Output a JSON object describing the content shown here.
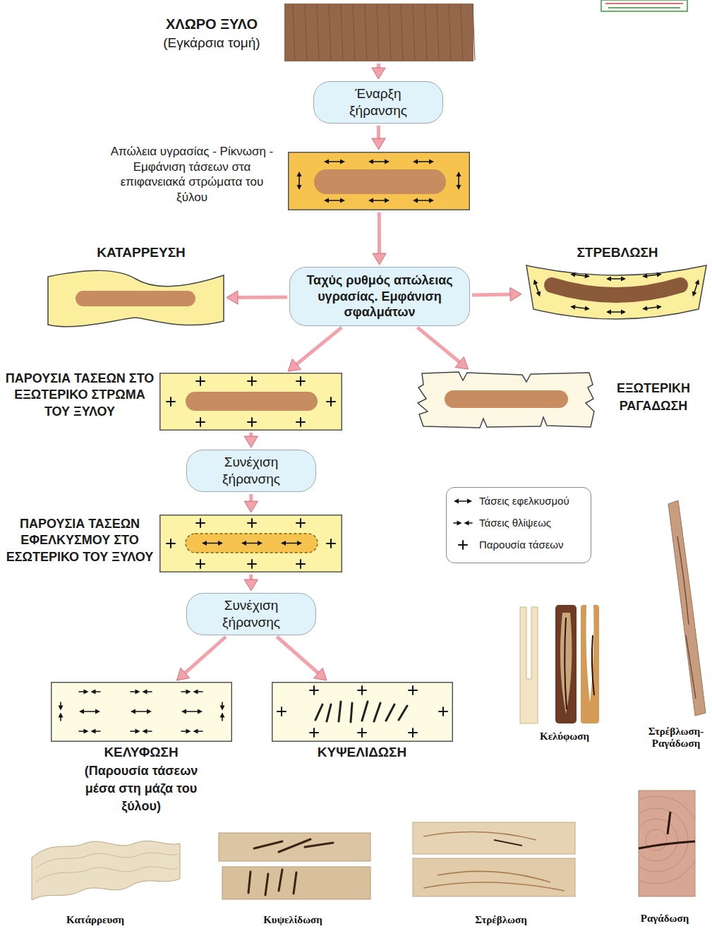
{
  "diagram": {
    "nodes": [
      {
        "text": [
          "ΧΛΩΡΟ ΞΥΛΟ",
          "(Εγκάρσια τομή)"
        ]
      },
      {
        "text": [
          "Έναρξη ξήρανσης"
        ]
      },
      {
        "text": [
          "Απώλεια υγρασίας - Ρίκνωση - Εμφάνιση τάσεων στα επιφανειακά στρώματα του ξύλου"
        ]
      },
      {
        "text": [
          "Ταχύς ρυθμός απώλειας υγρασίας. Εμφάνιση σφαλμάτων"
        ]
      },
      {
        "text": [
          "ΚΑΤΑΡΡΕΥΣΗ"
        ]
      },
      {
        "text": [
          "ΣΤΡΕΒΛΩΣΗ"
        ]
      },
      {
        "text": [
          "ΠΑΡΟΥΣΙΑ ΤΑΣΕΩΝ ΣΤΟ ΕΞΩΤΕΡΙΚΟ ΣΤΡΩΜΑ ΤΟΥ ΞΥΛΟΥ"
        ]
      },
      {
        "text": [
          "ΕΞΩΤΕΡΙΚΗ ΡΑΓΑΔΩΣΗ"
        ]
      },
      {
        "text": [
          "Συνέχιση ξήρανσης"
        ]
      },
      {
        "text": [
          "ΠΑΡΟΥΣΙΑ ΤΑΣΕΩΝ ΕΦΕΛΚΥΣΜΟΥ ΣΤΟ ΕΣΩΤΕΡΙΚΟ ΤΟΥ ΞΥΛΟΥ"
        ]
      },
      {
        "text": [
          "Συνέχιση ξήρανσης"
        ]
      },
      {
        "text": [
          "ΚΕΛΥΦΩΣΗ",
          "(Παρουσία τάσεων μέσα στη μάζα του ξύλου)"
        ]
      },
      {
        "text": [
          "ΚΥΨΕΛΙΔΩΣΗ"
        ]
      }
    ],
    "edges": [
      {
        "from": 0,
        "to": 1,
        "arrow": "to"
      },
      {
        "from": 1,
        "to": 2,
        "arrow": "to"
      },
      {
        "from": 2,
        "to": 3,
        "arrow": "to"
      },
      {
        "from": 3,
        "to": 4,
        "arrow": "to"
      },
      {
        "from": 3,
        "to": 5,
        "arrow": "to"
      },
      {
        "from": 3,
        "to": 6,
        "arrow": "to"
      },
      {
        "from": 3,
        "to": 7,
        "arrow": "to"
      },
      {
        "from": 6,
        "to": 8,
        "arrow": "to"
      },
      {
        "from": 8,
        "to": 9,
        "arrow": "to"
      },
      {
        "from": 9,
        "to": 10,
        "arrow": "to"
      },
      {
        "from": 10,
        "to": 11,
        "arrow": "to"
      },
      {
        "from": 10,
        "to": 12,
        "arrow": "to"
      }
    ],
    "labels": [
      "Κελύφωση",
      "Στρέβλωση- Ραγάδωση",
      "Κατάρρευση",
      "Κυψελίδωση",
      "Στρέβλωση",
      "Ραγάδωση"
    ],
    "legend": [
      {
        "text": "Τάσεις εφελκυσμού"
      },
      {
        "text": "Τάσεις θλίψεως"
      },
      {
        "text": "Παρουσία τάσεων"
      }
    ]
  }
}
